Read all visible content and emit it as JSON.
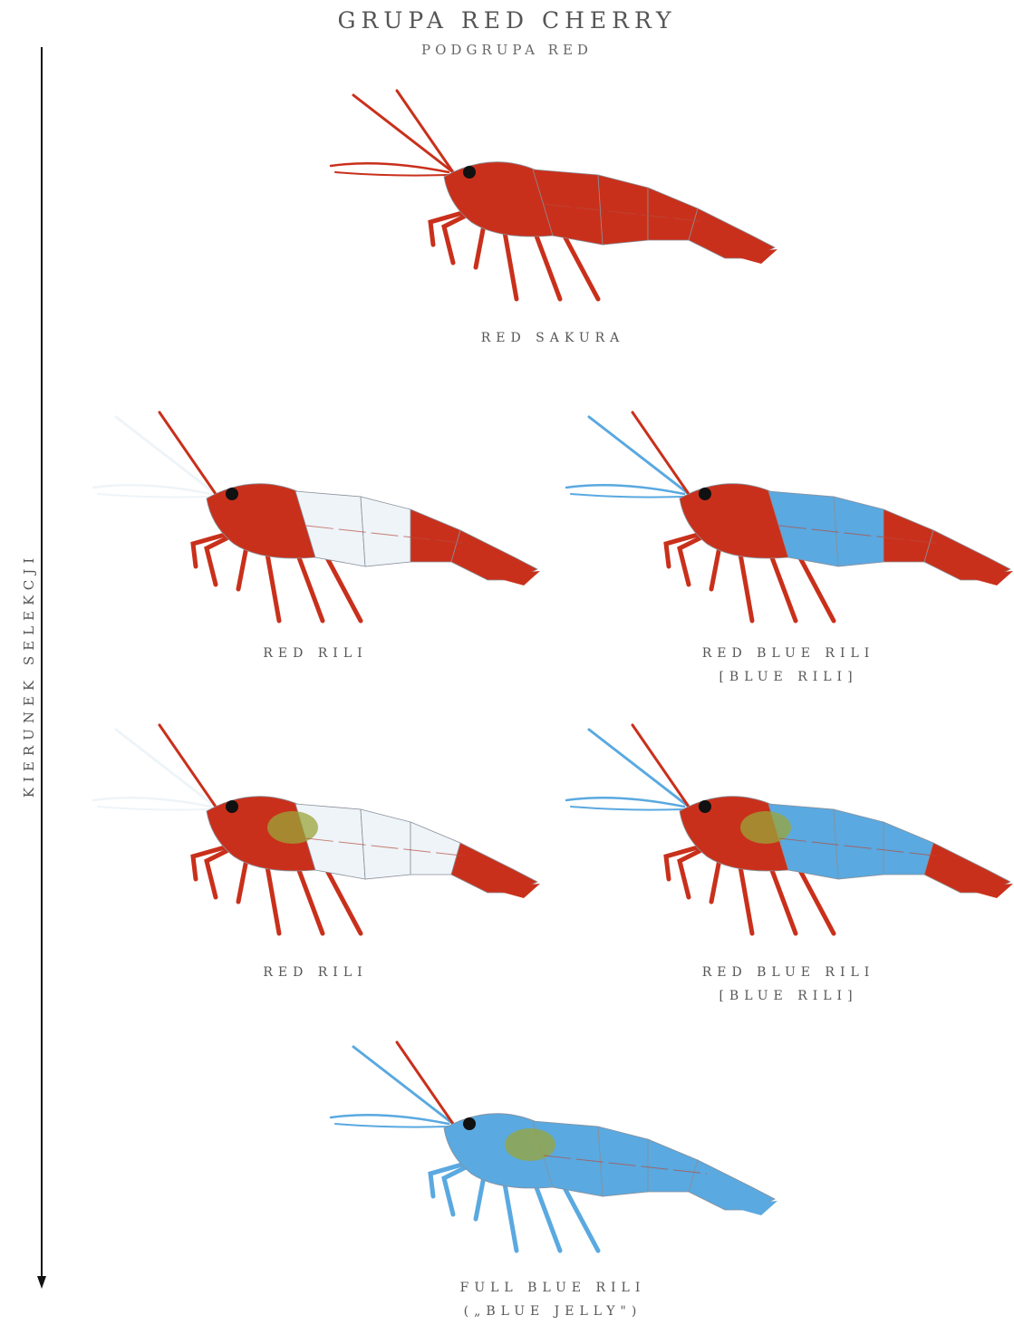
{
  "header": {
    "title": "GRUPA RED CHERRY",
    "subtitle": "PODGRUPA RED"
  },
  "axis": {
    "label": "KIERUNEK SELEKCJI"
  },
  "colors": {
    "red": "#c9301b",
    "red_light": "#e04a2e",
    "blue": "#5aa9e0",
    "white": "#eef4f8",
    "outline": "#8a8f99"
  },
  "shrimps": [
    {
      "name": "red-sakura",
      "label_line1": "RED SAKURA",
      "label_line2": ""
    },
    {
      "name": "red-rili-1",
      "label_line1": "RED RILI",
      "label_line2": ""
    },
    {
      "name": "red-blue-rili-1",
      "label_line1": "RED BLUE RILI",
      "label_line2": "[BLUE RILI]"
    },
    {
      "name": "red-rili-2",
      "label_line1": "RED RILI",
      "label_line2": ""
    },
    {
      "name": "red-blue-rili-2",
      "label_line1": "RED BLUE RILI",
      "label_line2": "[BLUE RILI]"
    },
    {
      "name": "full-blue-rili",
      "label_line1": "FULL BLUE RILI",
      "label_line2": "(„BLUE JELLY\")"
    }
  ]
}
